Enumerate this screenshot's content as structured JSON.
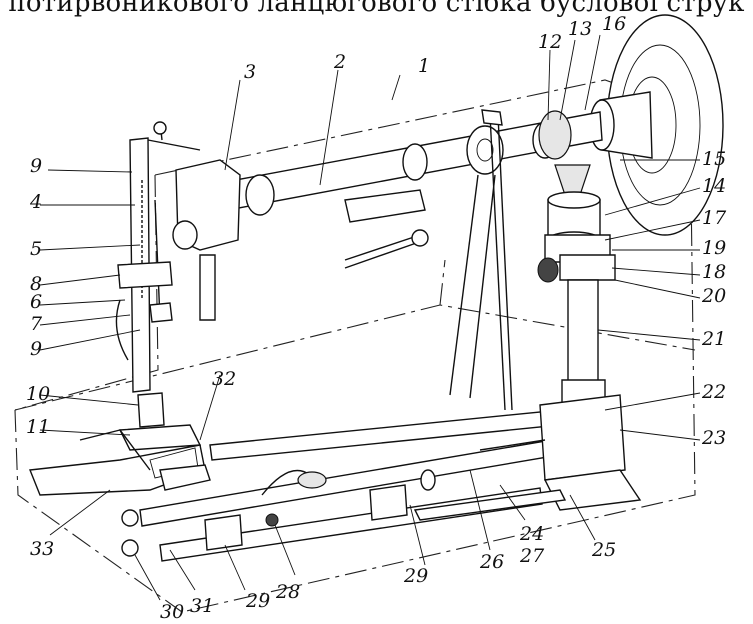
{
  "caption": "потирвоникового ланцюгового стібка бусловоі струк",
  "labels": [
    "1",
    "2",
    "3",
    "4",
    "5",
    "6",
    "7",
    "8",
    "9",
    "9",
    "10",
    "11",
    "12",
    "13",
    "14",
    "15",
    "16",
    "17",
    "18",
    "19",
    "20",
    "21",
    "22",
    "23",
    "24",
    "25",
    "26",
    "27",
    "28",
    "29",
    "29",
    "30",
    "31",
    "32",
    "33"
  ]
}
